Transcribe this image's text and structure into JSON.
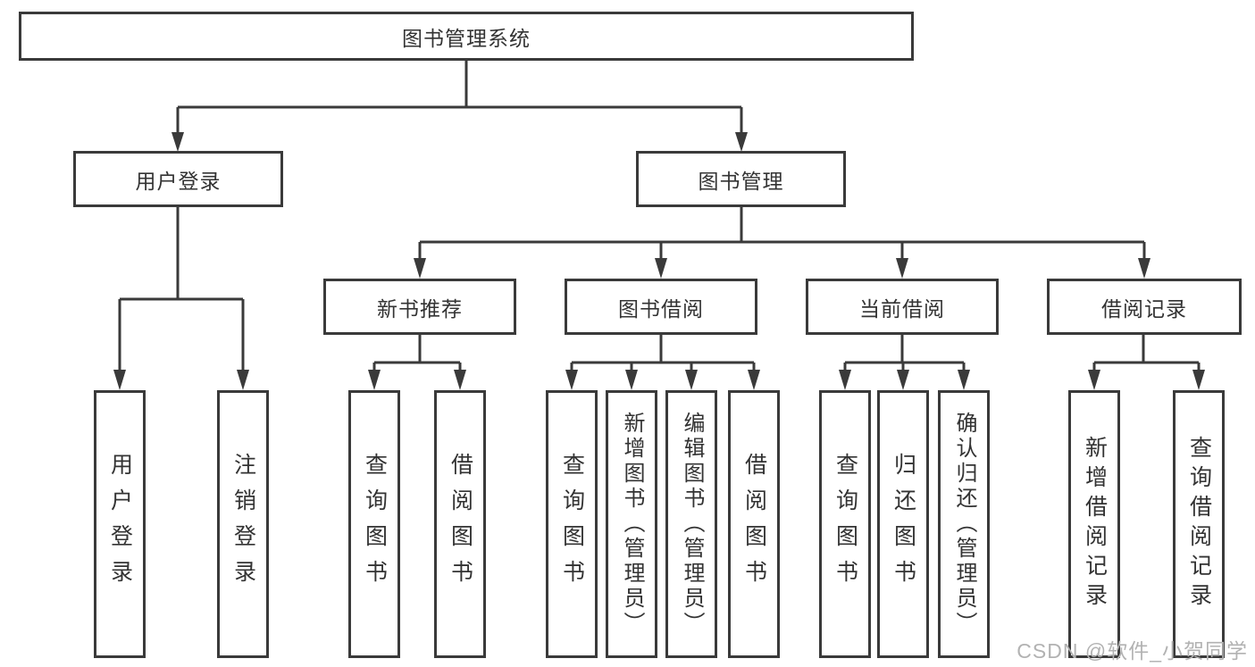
{
  "diagram": {
    "root": {
      "label": "图书管理系统"
    },
    "branches": [
      {
        "label": "用户登录",
        "children": [
          {
            "label": "用户登录"
          },
          {
            "label": "注销登录"
          }
        ]
      },
      {
        "label": "图书管理",
        "children": [
          {
            "label": "新书推荐",
            "children": [
              {
                "label": "查询图书"
              },
              {
                "label": "借阅图书"
              }
            ]
          },
          {
            "label": "图书借阅",
            "children": [
              {
                "label": "查询图书"
              },
              {
                "label": "新增图书（管理员）"
              },
              {
                "label": "编辑图书（管理员）"
              },
              {
                "label": "借阅图书"
              }
            ]
          },
          {
            "label": "当前借阅",
            "children": [
              {
                "label": "查询图书"
              },
              {
                "label": "归还图书"
              },
              {
                "label": "确认归还（管理员）"
              }
            ]
          },
          {
            "label": "借阅记录",
            "children": [
              {
                "label": "新增借阅记录"
              },
              {
                "label": "查询借阅记录"
              }
            ]
          }
        ]
      }
    ],
    "colors": {
      "line": "#3a3a3a",
      "text": "#333333",
      "watermark": "#b2b2b2"
    }
  },
  "watermark": {
    "text": "CSDN @软件_小贺同学"
  }
}
